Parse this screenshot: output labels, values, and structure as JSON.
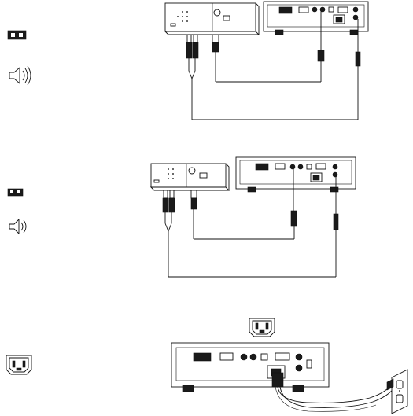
{
  "diagrams": [
    {
      "id": "audio-video-source-connection-a",
      "legend_icons": [
        "composite-video-icon",
        "speaker-audio-icon"
      ]
    },
    {
      "id": "audio-video-source-connection-b",
      "legend_icons": [
        "composite-video-icon",
        "speaker-audio-icon"
      ]
    },
    {
      "id": "power-connection",
      "legend_icons": [
        "power-socket-icon"
      ]
    }
  ],
  "colors": {
    "line": "#111111",
    "dark_fill": "#1a1a1a",
    "gray_fill": "#9a9a9a",
    "background": "#ffffff"
  }
}
